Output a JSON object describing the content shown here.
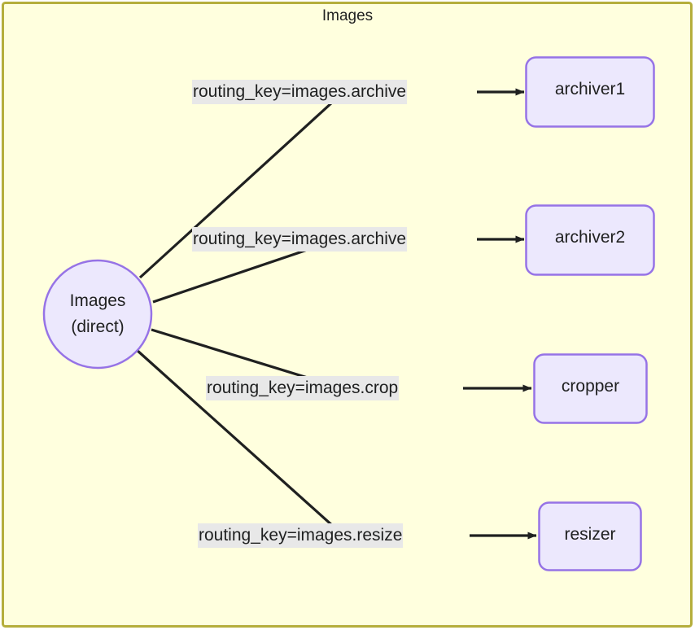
{
  "diagram": {
    "type": "flowchart",
    "subgraph": {
      "title": "Images",
      "border_color": "#b5ae3b",
      "fill_color": "#ffffde"
    },
    "exchange": {
      "id": "images-exchange",
      "label_line1": "Images",
      "label_line2": "(direct)",
      "shape": "circle",
      "fill_color": "#ece8fd",
      "stroke_color": "#9673e6"
    },
    "consumers": [
      {
        "id": "archiver1",
        "label": "archiver1"
      },
      {
        "id": "archiver2",
        "label": "archiver2"
      },
      {
        "id": "cropper",
        "label": "cropper"
      },
      {
        "id": "resizer",
        "label": "resizer"
      }
    ],
    "node_style": {
      "fill_color": "#ece8fd",
      "stroke_color": "#9673e6",
      "shape": "rounded-rectangle"
    },
    "edges": [
      {
        "from": "images-exchange",
        "to": "archiver1",
        "label": "routing_key=images.archive"
      },
      {
        "from": "images-exchange",
        "to": "archiver2",
        "label": "routing_key=images.archive"
      },
      {
        "from": "images-exchange",
        "to": "cropper",
        "label": "routing_key=images.crop"
      },
      {
        "from": "images-exchange",
        "to": "resizer",
        "label": "routing_key=images.resize"
      }
    ],
    "edge_style": {
      "line_color": "#1f2020",
      "label_background": "#e8e8e8",
      "arrowhead": "filled-triangle"
    }
  }
}
